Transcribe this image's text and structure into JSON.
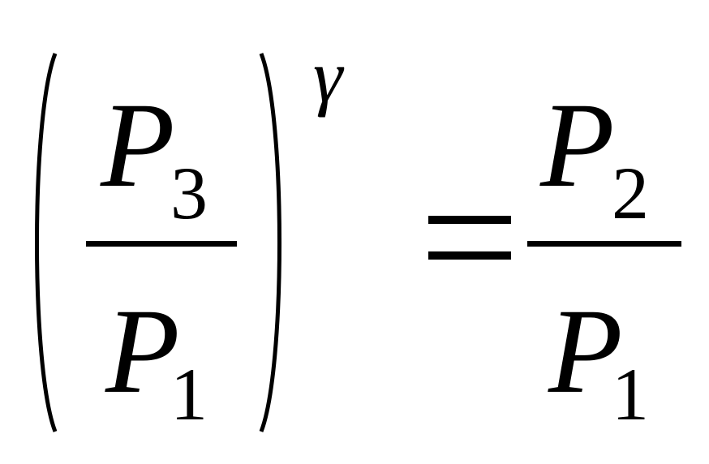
{
  "left_fraction": {
    "numerator": {
      "symbol": "P",
      "subscript": "3"
    },
    "denominator": {
      "symbol": "P",
      "subscript": "1"
    }
  },
  "exponent": "γ",
  "equals": "=",
  "right_fraction": {
    "numerator": {
      "symbol": "P",
      "subscript": "2"
    },
    "denominator": {
      "symbol": "P",
      "subscript": "1"
    }
  }
}
